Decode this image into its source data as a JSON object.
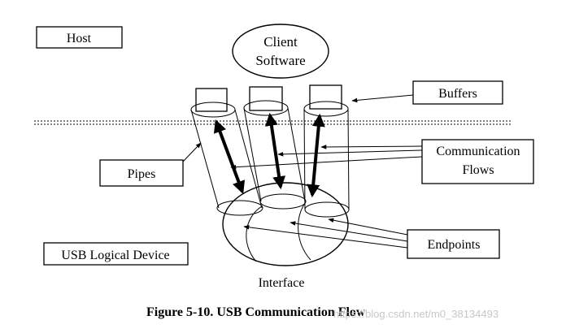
{
  "labels": {
    "host": "Host",
    "client_line1": "Client",
    "client_line2": "Software",
    "buffers": "Buffers",
    "comm_line1": "Communication",
    "comm_line2": "Flows",
    "pipes": "Pipes",
    "endpoints": "Endpoints",
    "usb_device": "USB Logical Device",
    "interface": "Interface"
  },
  "caption": "Figure 5-10.  USB Communication Flow",
  "watermark": "https://blog.csdn.net/m0_38134493"
}
